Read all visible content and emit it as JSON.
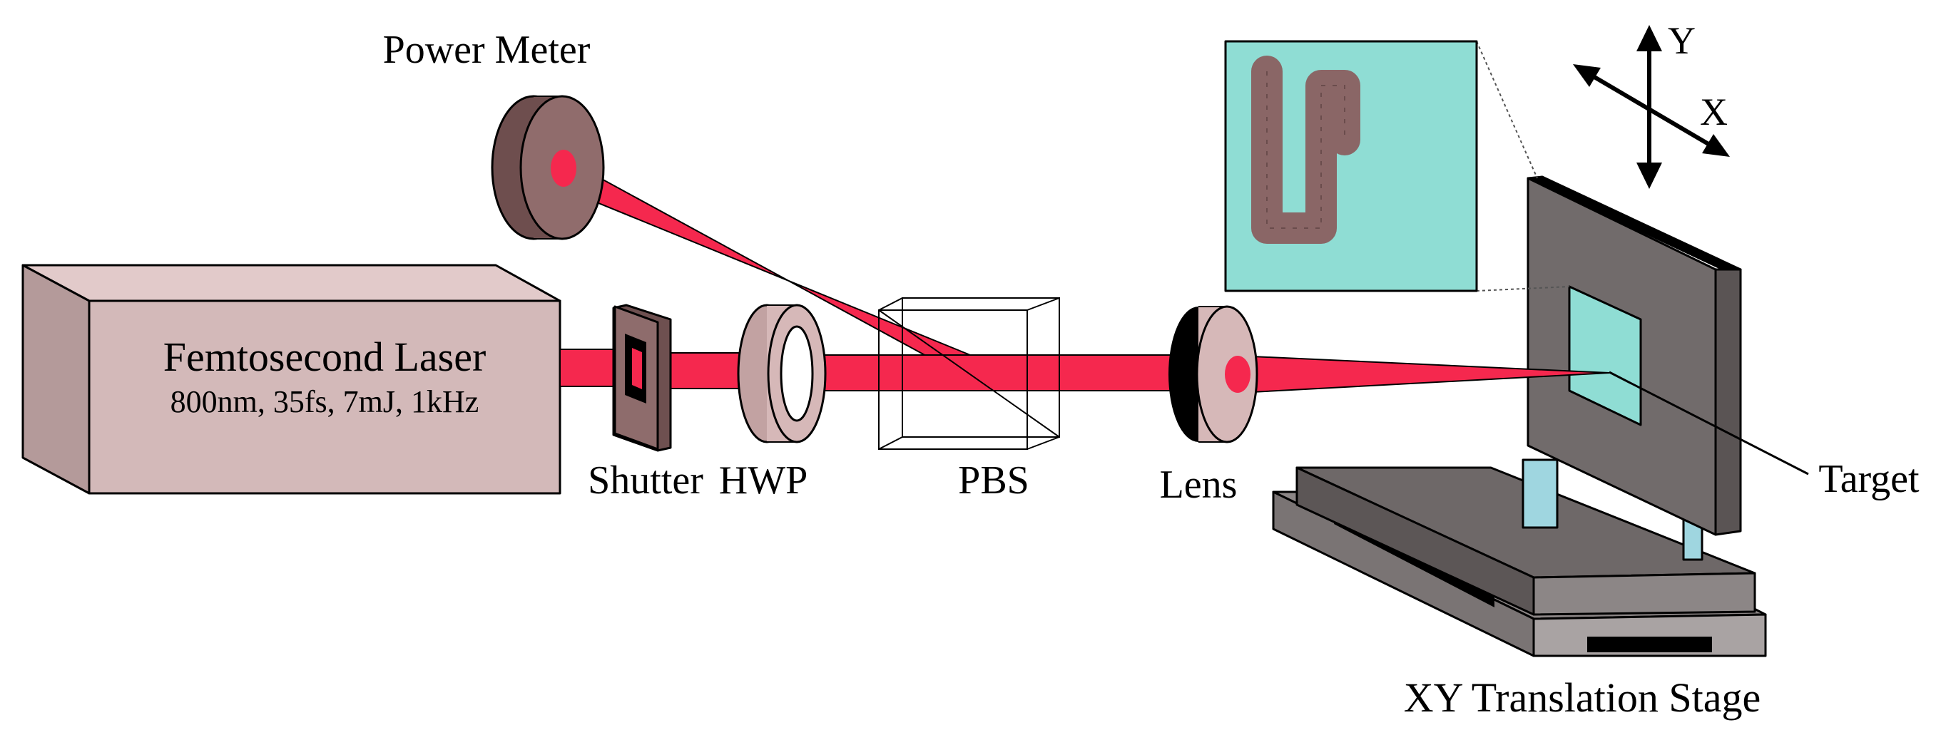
{
  "labels": {
    "laser_title": "Femtosecond Laser",
    "laser_specs": "800nm, 35fs, 7mJ, 1kHz",
    "power_meter": "Power Meter",
    "shutter": "Shutter",
    "hwp": "HWP",
    "pbs": "PBS",
    "lens": "Lens",
    "target": "Target",
    "stage": "XY Translation Stage",
    "axis_x": "X",
    "axis_y": "Y"
  },
  "colors": {
    "beam": "#f5284e",
    "beam_dark": "#b71736",
    "laser_front": "#d3b9b9",
    "laser_side": "#b49a9a",
    "laser_top": "#e2caca",
    "power_meter": "#906c6c",
    "power_meter_dark": "#6e4e4e",
    "shutter": "#8e6c6c",
    "hwp": "#d6b8b8",
    "lens": "#d6b8b8",
    "stage_grey": "#6e6868",
    "stage_light": "#8c8686",
    "target_cyan": "#8fddd4",
    "pattern": "#8a6666"
  }
}
